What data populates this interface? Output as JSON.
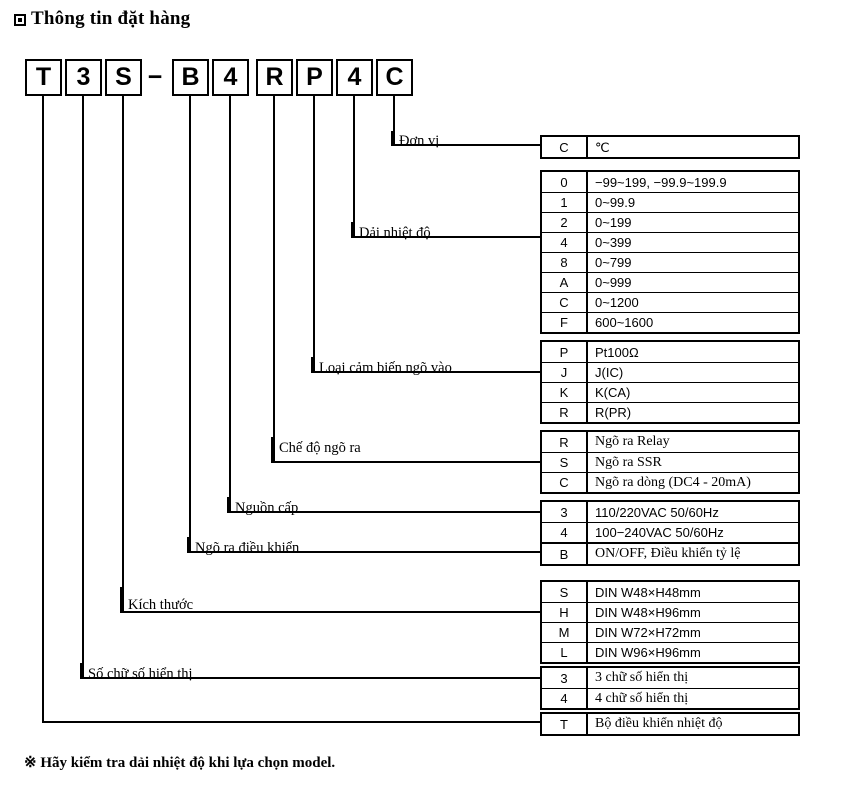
{
  "header": {
    "icon": "filled-square-bullet",
    "title": "Thông tin đặt hàng"
  },
  "model_code": {
    "boxes": [
      "T",
      "3",
      "S",
      "B",
      "4",
      "R",
      "P",
      "4",
      "C"
    ],
    "separator": "−",
    "full_code": "T3S−B4RP4C"
  },
  "labels": {
    "unit": "Đơn vị",
    "temp_range": "Dải nhiệt độ",
    "sensor_type": "Loại cảm biến ngõ vào",
    "output_mode": "Chế độ ngõ ra",
    "power_supply": "Nguồn cấp",
    "control_output": "Ngõ ra điều khiển",
    "size": "Kích thước",
    "digits": "Số chữ số hiển thị"
  },
  "tables": {
    "unit": {
      "rows": [
        {
          "code": "C",
          "desc": "℃"
        }
      ]
    },
    "temp_range": {
      "rows": [
        {
          "code": "0",
          "desc": "−99~199,  −99.9~199.9"
        },
        {
          "code": "1",
          "desc": "0~99.9"
        },
        {
          "code": "2",
          "desc": "0~199"
        },
        {
          "code": "4",
          "desc": "0~399"
        },
        {
          "code": "8",
          "desc": "0~799"
        },
        {
          "code": "A",
          "desc": "0~999"
        },
        {
          "code": "C",
          "desc": "0~1200"
        },
        {
          "code": "F",
          "desc": "600~1600"
        }
      ]
    },
    "sensor_type": {
      "rows": [
        {
          "code": "P",
          "desc": "Pt100Ω"
        },
        {
          "code": "J",
          "desc": "J(IC)"
        },
        {
          "code": "K",
          "desc": "K(CA)"
        },
        {
          "code": "R",
          "desc": "R(PR)"
        }
      ]
    },
    "output_mode": {
      "rows": [
        {
          "code": "R",
          "desc": "Ngõ ra Relay"
        },
        {
          "code": "S",
          "desc": "Ngõ ra SSR"
        },
        {
          "code": "C",
          "desc": "Ngõ ra dòng (DC4 - 20mA)"
        }
      ]
    },
    "power_supply": {
      "rows": [
        {
          "code": "3",
          "desc": "110/220VAC 50/60Hz"
        },
        {
          "code": "4",
          "desc": "100−240VAC 50/60Hz"
        }
      ]
    },
    "control_output": {
      "rows": [
        {
          "code": "B",
          "desc": "ON/OFF, Điều khiển tỷ lệ"
        }
      ]
    },
    "size": {
      "rows": [
        {
          "code": "S",
          "desc": "DIN W48×H48mm"
        },
        {
          "code": "H",
          "desc": "DIN W48×H96mm"
        },
        {
          "code": "M",
          "desc": "DIN W72×H72mm"
        },
        {
          "code": "L",
          "desc": "DIN W96×H96mm"
        }
      ]
    },
    "digits": {
      "rows": [
        {
          "code": "3",
          "desc": "3 chữ số hiển thị"
        },
        {
          "code": "4",
          "desc": "4 chữ số hiển thị"
        }
      ]
    },
    "product": {
      "rows": [
        {
          "code": "T",
          "desc": "Bộ điều khiển nhiệt độ"
        }
      ]
    }
  },
  "footnote": "※ Hãy kiểm tra dải nhiệt độ khi lựa chọn model."
}
